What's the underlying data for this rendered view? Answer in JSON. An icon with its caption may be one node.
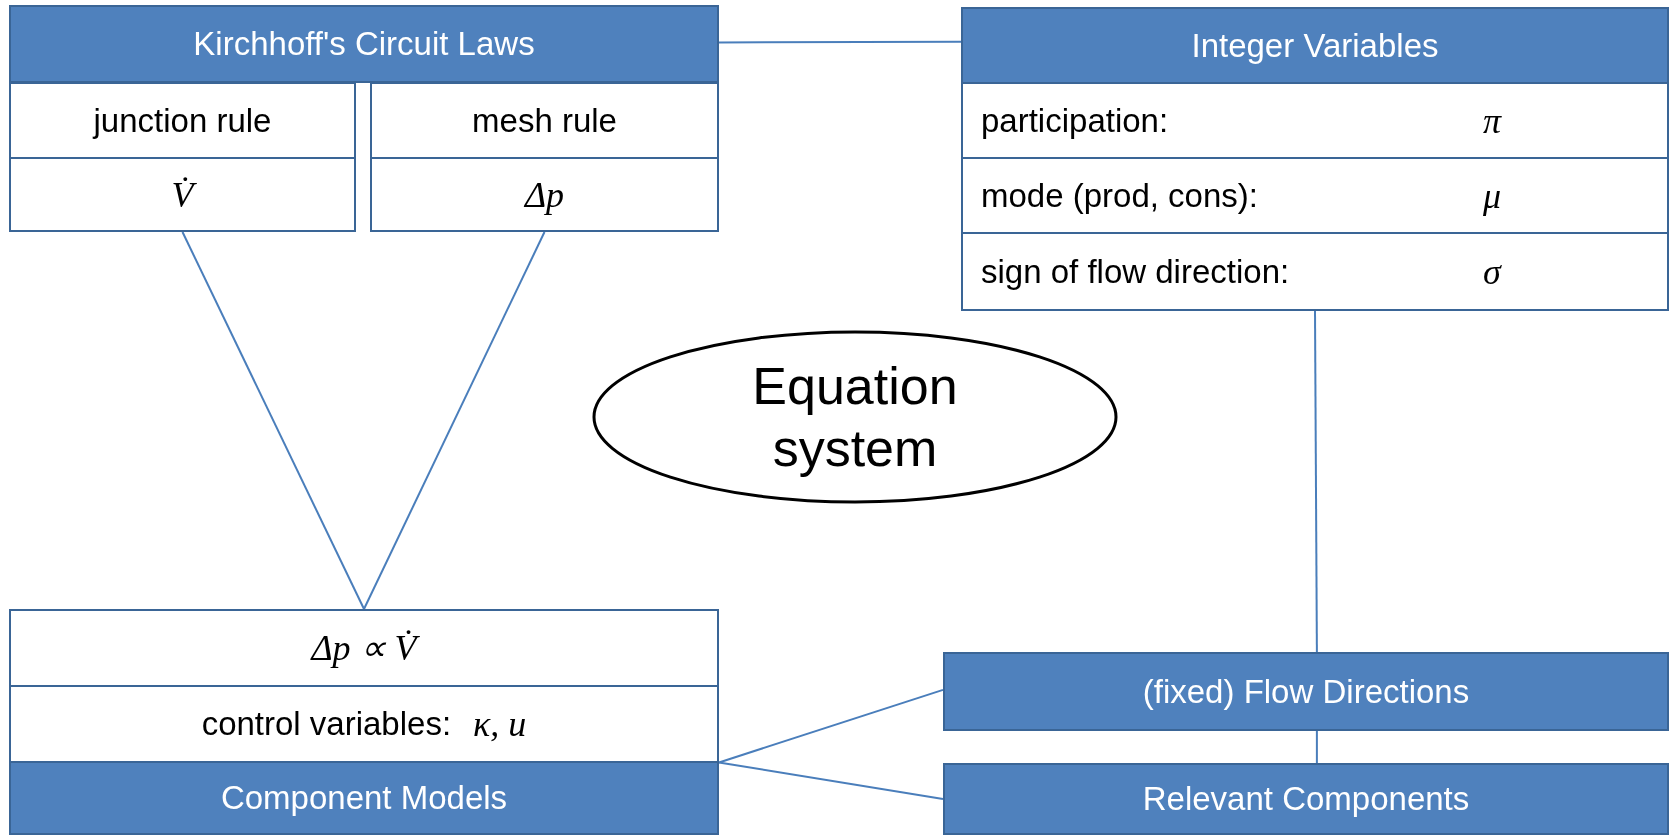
{
  "diagram": {
    "nodes": [
      {
        "text": [
          "Kirchhoff's Circuit Laws"
        ]
      },
      {
        "text": [
          "junction rule"
        ]
      },
      {
        "text": [
          "V̇"
        ]
      },
      {
        "text": [
          "mesh rule"
        ]
      },
      {
        "text": [
          "Δp"
        ]
      },
      {
        "text": [
          "Integer Variables"
        ]
      },
      {
        "text": [
          "participation:",
          "π"
        ]
      },
      {
        "text": [
          "mode (prod, cons):",
          "μ"
        ]
      },
      {
        "text": [
          "sign of flow direction:",
          "σ"
        ]
      },
      {
        "text": [
          "Equation system"
        ]
      },
      {
        "text": [
          "Δp ∝ V̇"
        ]
      },
      {
        "text": [
          "control variables:",
          "κ, u"
        ]
      },
      {
        "text": [
          "Component Models"
        ]
      },
      {
        "text": [
          "(fixed) Flow Directions"
        ]
      },
      {
        "text": [
          "Relevant Components"
        ]
      }
    ],
    "edges": [
      {
        "from": 0,
        "to": 5,
        "arrow": "none"
      },
      {
        "from": 2,
        "to": 10,
        "arrow": "none"
      },
      {
        "from": 4,
        "to": 10,
        "arrow": "none"
      },
      {
        "from": 8,
        "to": 13,
        "arrow": "none"
      },
      {
        "from": 13,
        "to": 14,
        "arrow": "none"
      },
      {
        "from": 12,
        "to": 13,
        "arrow": "none"
      },
      {
        "from": 12,
        "to": 14,
        "arrow": "none"
      }
    ]
  }
}
